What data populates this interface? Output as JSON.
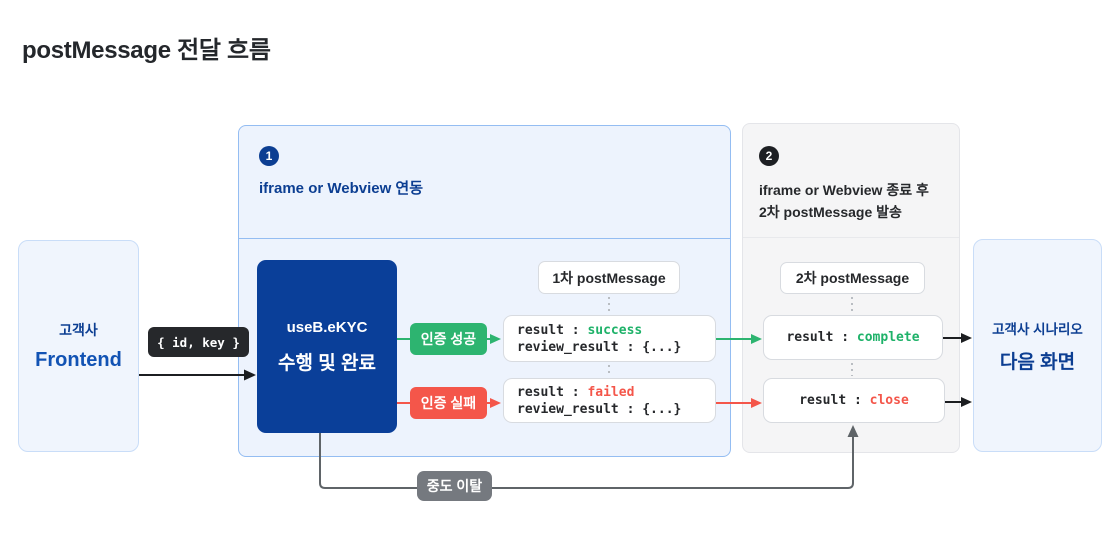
{
  "title": "postMessage 전달 흐름",
  "colors": {
    "navy": "#0c3e92",
    "brand_blue": "#1253b4",
    "ekyc_box_bg": "#0a3f99",
    "success_green": "#2db470",
    "error_red": "#f4564a",
    "dark_badge_bg": "#26282b",
    "gray_badge_bg": "#75797f",
    "section1_bg": "#edf3fd",
    "section1_border": "#94bdf2",
    "section2_bg": "#f5f5f6",
    "endpoint_bg": "#f0f5fd"
  },
  "frontend_box": {
    "subtitle": "고객사",
    "title": "Frontend"
  },
  "id_key_badge": "{ id, key }",
  "flow_labels": {
    "auth_success": "인증 성공",
    "auth_fail": "인증 실패",
    "exit": "중도 이탈"
  },
  "section1": {
    "step_number": "1",
    "title": "iframe or Webview 연동",
    "ekyc_box": {
      "line1": "useB.eKYC",
      "line2": "수행 및 완료"
    },
    "first_post_message": "1차 postMessage",
    "success_result": {
      "prefix": "result : ",
      "value": "success",
      "detail": "review_result : {...}"
    },
    "failed_result": {
      "prefix": "result : ",
      "value": "failed",
      "detail": "review_result : {...}"
    }
  },
  "section2": {
    "step_number": "2",
    "title_line1": "iframe or Webview 종료 후",
    "title_line2": "2차 postMessage 발송",
    "second_post_message": "2차 postMessage",
    "complete_result": {
      "prefix": "result : ",
      "value": "complete"
    },
    "close_result": {
      "prefix": "result : ",
      "value": "close"
    }
  },
  "next_box": {
    "subtitle": "고객사 시나리오",
    "title": "다음 화면"
  }
}
